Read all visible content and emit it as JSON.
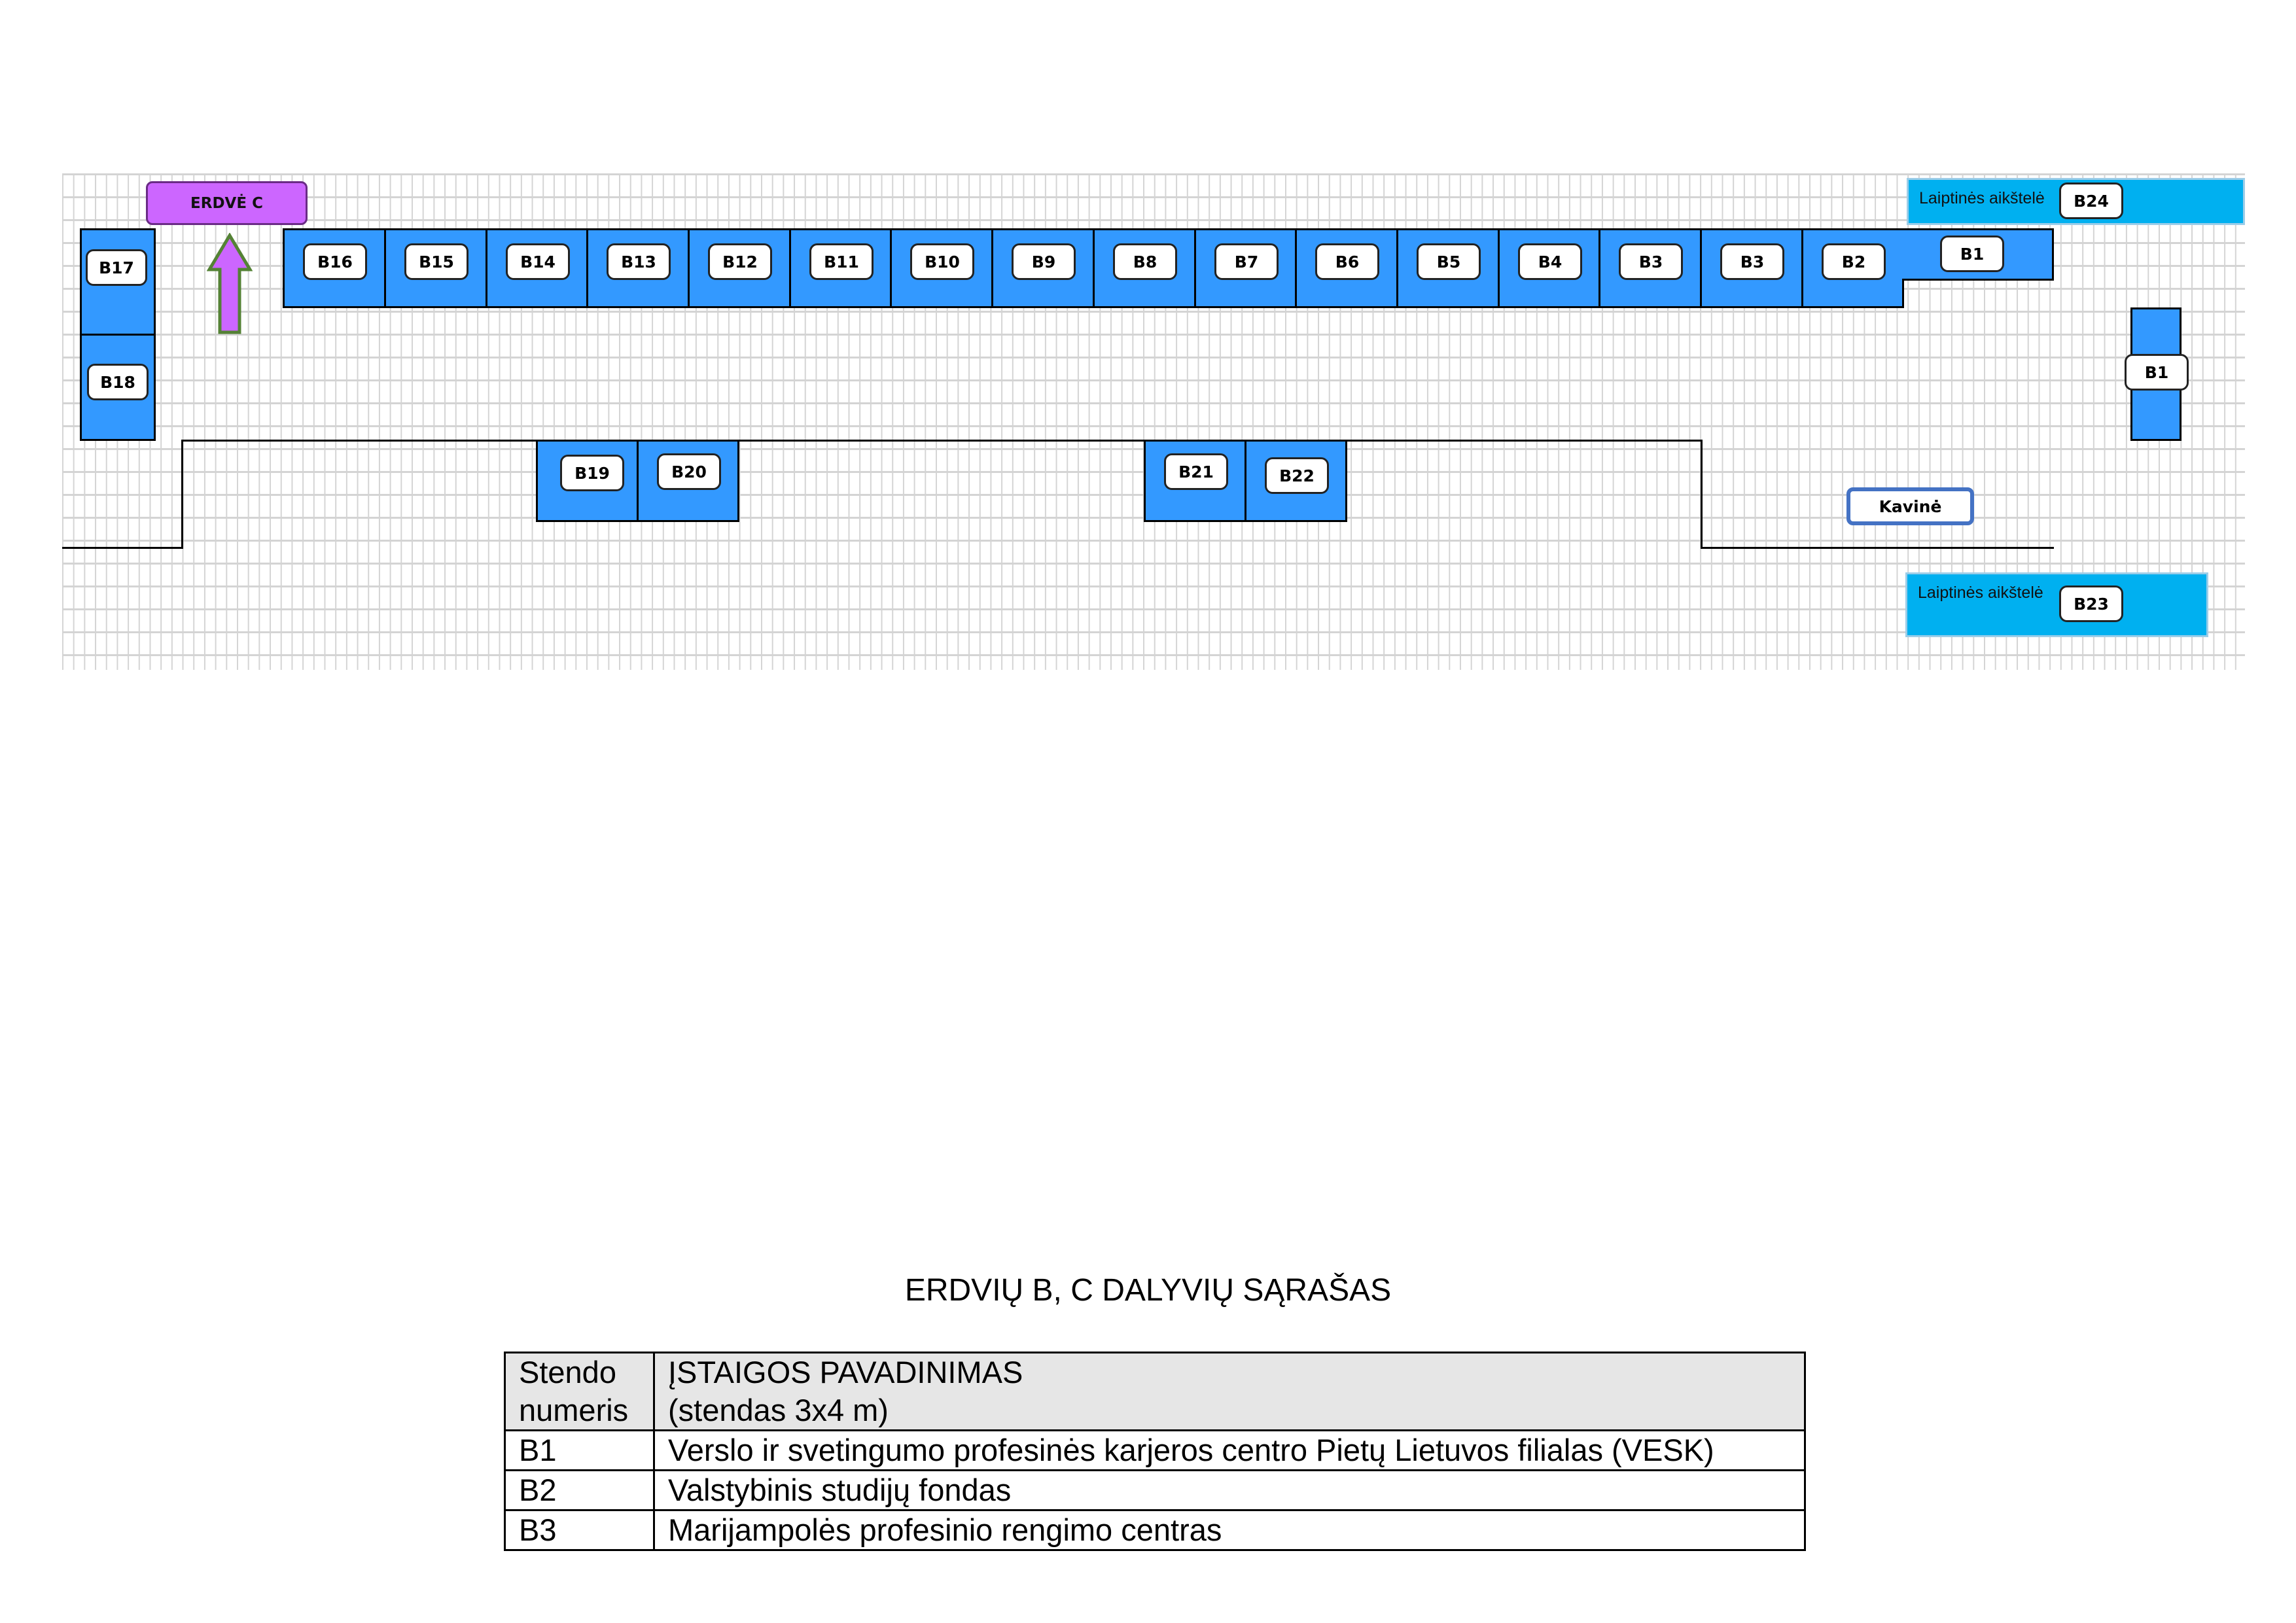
{
  "map": {
    "entrance_label": "ERDVĖ C",
    "top_row": [
      "B16",
      "B15",
      "B14",
      "B13",
      "B12",
      "B11",
      "B10",
      "B9",
      "B8",
      "B7",
      "B6",
      "B5",
      "B4",
      "B3",
      "B3",
      "B2"
    ],
    "top_right_booth": "B1",
    "left_column": [
      "B17",
      "B18"
    ],
    "right_column_booth": "B1",
    "bottom_left_pair": [
      "B19",
      "B20"
    ],
    "bottom_mid_pair": [
      "B21",
      "B22"
    ],
    "cafe_label": "Kavinė",
    "stair_top": {
      "label": "Laiptinės aikštelė",
      "booth": "B24"
    },
    "stair_bottom": {
      "label": "Laiptinės aikštelė",
      "booth": "B23"
    },
    "colors": {
      "booth": "#3399ff",
      "stair": "#00b0f0",
      "entrance": "#cc66ff",
      "cafe_border": "#4472c4"
    }
  },
  "list": {
    "title": "ERDVIŲ B, C DALYVIŲ SĄRAŠAS",
    "headers": [
      "Stendo numeris",
      "ĮSTAIGOS PAVADINIMAS",
      "(stendas 3x4 m)"
    ],
    "rows": [
      {
        "number": "B1",
        "name": "Verslo ir svetingumo profesinės karjeros centro Pietų Lietuvos filialas (VESK)"
      },
      {
        "number": "B2",
        "name": "Valstybinis studijų fondas"
      },
      {
        "number": "B3",
        "name": "Marijampolės profesinio rengimo centras"
      }
    ]
  }
}
